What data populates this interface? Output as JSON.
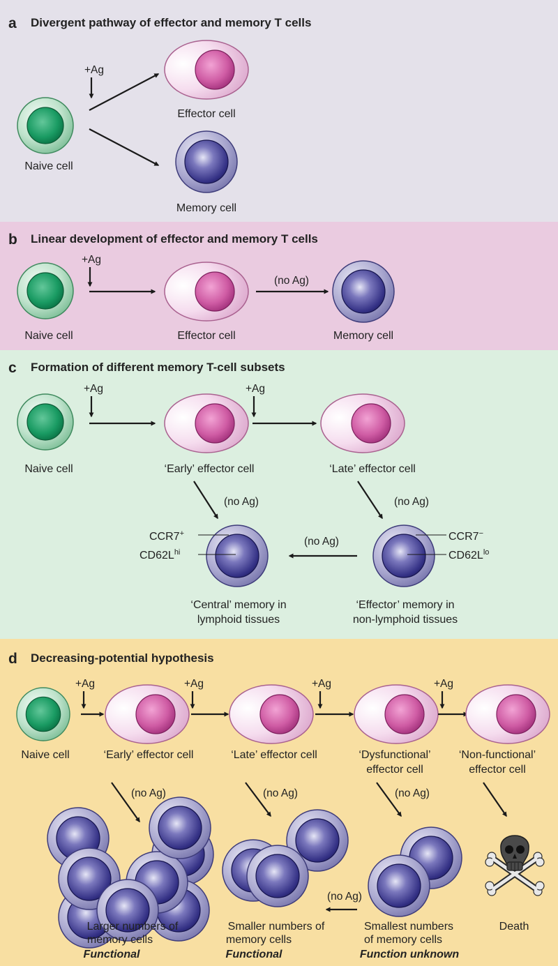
{
  "panels": {
    "a": {
      "letter": "a",
      "title": "Divergent pathway of effector and memory T cells",
      "ag": "+Ag",
      "naive": "Naive cell",
      "effector": "Effector cell",
      "memory": "Memory cell"
    },
    "b": {
      "letter": "b",
      "title": "Linear development of effector and memory T cells",
      "ag": "+Ag",
      "no_ag": "(no Ag)",
      "naive": "Naive cell",
      "effector": "Effector cell",
      "memory": "Memory cell"
    },
    "c": {
      "letter": "c",
      "title": "Formation of different memory T-cell subsets",
      "ag": "+Ag",
      "no_ag": "(no Ag)",
      "naive": "Naive cell",
      "early": "‘Early’ effector cell",
      "late": "‘Late’ effector cell",
      "ccr7_plus": "CCR7",
      "ccr7_plus_sup": "+",
      "cd62l_hi": "CD62L",
      "cd62l_hi_sup": "hi",
      "ccr7_minus": "CCR7",
      "ccr7_minus_sup": "−",
      "cd62l_lo": "CD62L",
      "cd62l_lo_sup": "lo",
      "central_1": "‘Central’ memory in",
      "central_2": "lymphoid tissues",
      "effmem_1": "‘Effector’ memory in",
      "effmem_2": "non-lymphoid tissues"
    },
    "d": {
      "letter": "d",
      "title": "Decreasing-potential hypothesis",
      "ag": "+Ag",
      "no_ag": "(no Ag)",
      "naive": "Naive cell",
      "early": "‘Early’ effector cell",
      "late": "‘Late’ effector cell",
      "dysf_1": "‘Dysfunctional’",
      "dysf_2": "effector cell",
      "nonf_1": "‘Non-functional’",
      "nonf_2": "effector cell",
      "larger_1": "Larger numbers of",
      "larger_2": "memory cells",
      "larger_3": "Functional",
      "smaller_1": "Smaller numbers of",
      "smaller_2": "memory cells",
      "smaller_3": "Functional",
      "smallest_1": "Smallest numbers",
      "smallest_2": "of memory cells",
      "smallest_3": "Function unknown",
      "death": "Death",
      "death_symbol": "skull-crossbones-icon"
    }
  },
  "colors": {
    "panel_a_bg": "#e4e1ea",
    "panel_b_bg": "#eacbe0",
    "panel_c_bg": "#dcefe0",
    "panel_d_bg": "#f8dfa2"
  }
}
